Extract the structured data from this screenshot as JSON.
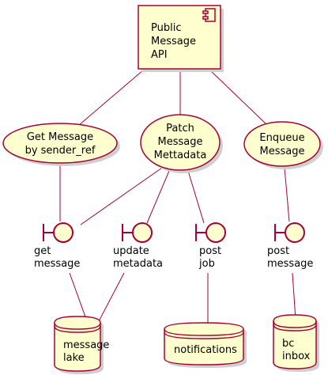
{
  "component": {
    "name": [
      "Public",
      "Message",
      "API"
    ]
  },
  "usecases": [
    {
      "id": "get-message",
      "label": [
        "Get Message",
        "by sender_ref"
      ]
    },
    {
      "id": "patch-metadata",
      "label": [
        "Patch",
        "Message",
        "Mettadata"
      ]
    },
    {
      "id": "enqueue-message",
      "label": [
        "Enqueue",
        "Message"
      ]
    }
  ],
  "boundaries": [
    {
      "id": "get-message",
      "label": [
        "get",
        "message"
      ]
    },
    {
      "id": "update-metadata",
      "label": [
        "update",
        "metadata"
      ]
    },
    {
      "id": "post-job",
      "label": [
        "post",
        "job"
      ]
    },
    {
      "id": "post-message",
      "label": [
        "post",
        "message"
      ]
    }
  ],
  "databases": [
    {
      "id": "message-lake",
      "label": [
        "message",
        "lake"
      ]
    },
    {
      "id": "notifications",
      "label": [
        "notifications"
      ]
    },
    {
      "id": "bc-inbox",
      "label": [
        "bc",
        "inbox"
      ]
    }
  ],
  "colors": {
    "fill": "#FEFECE",
    "stroke": "#A80036"
  }
}
